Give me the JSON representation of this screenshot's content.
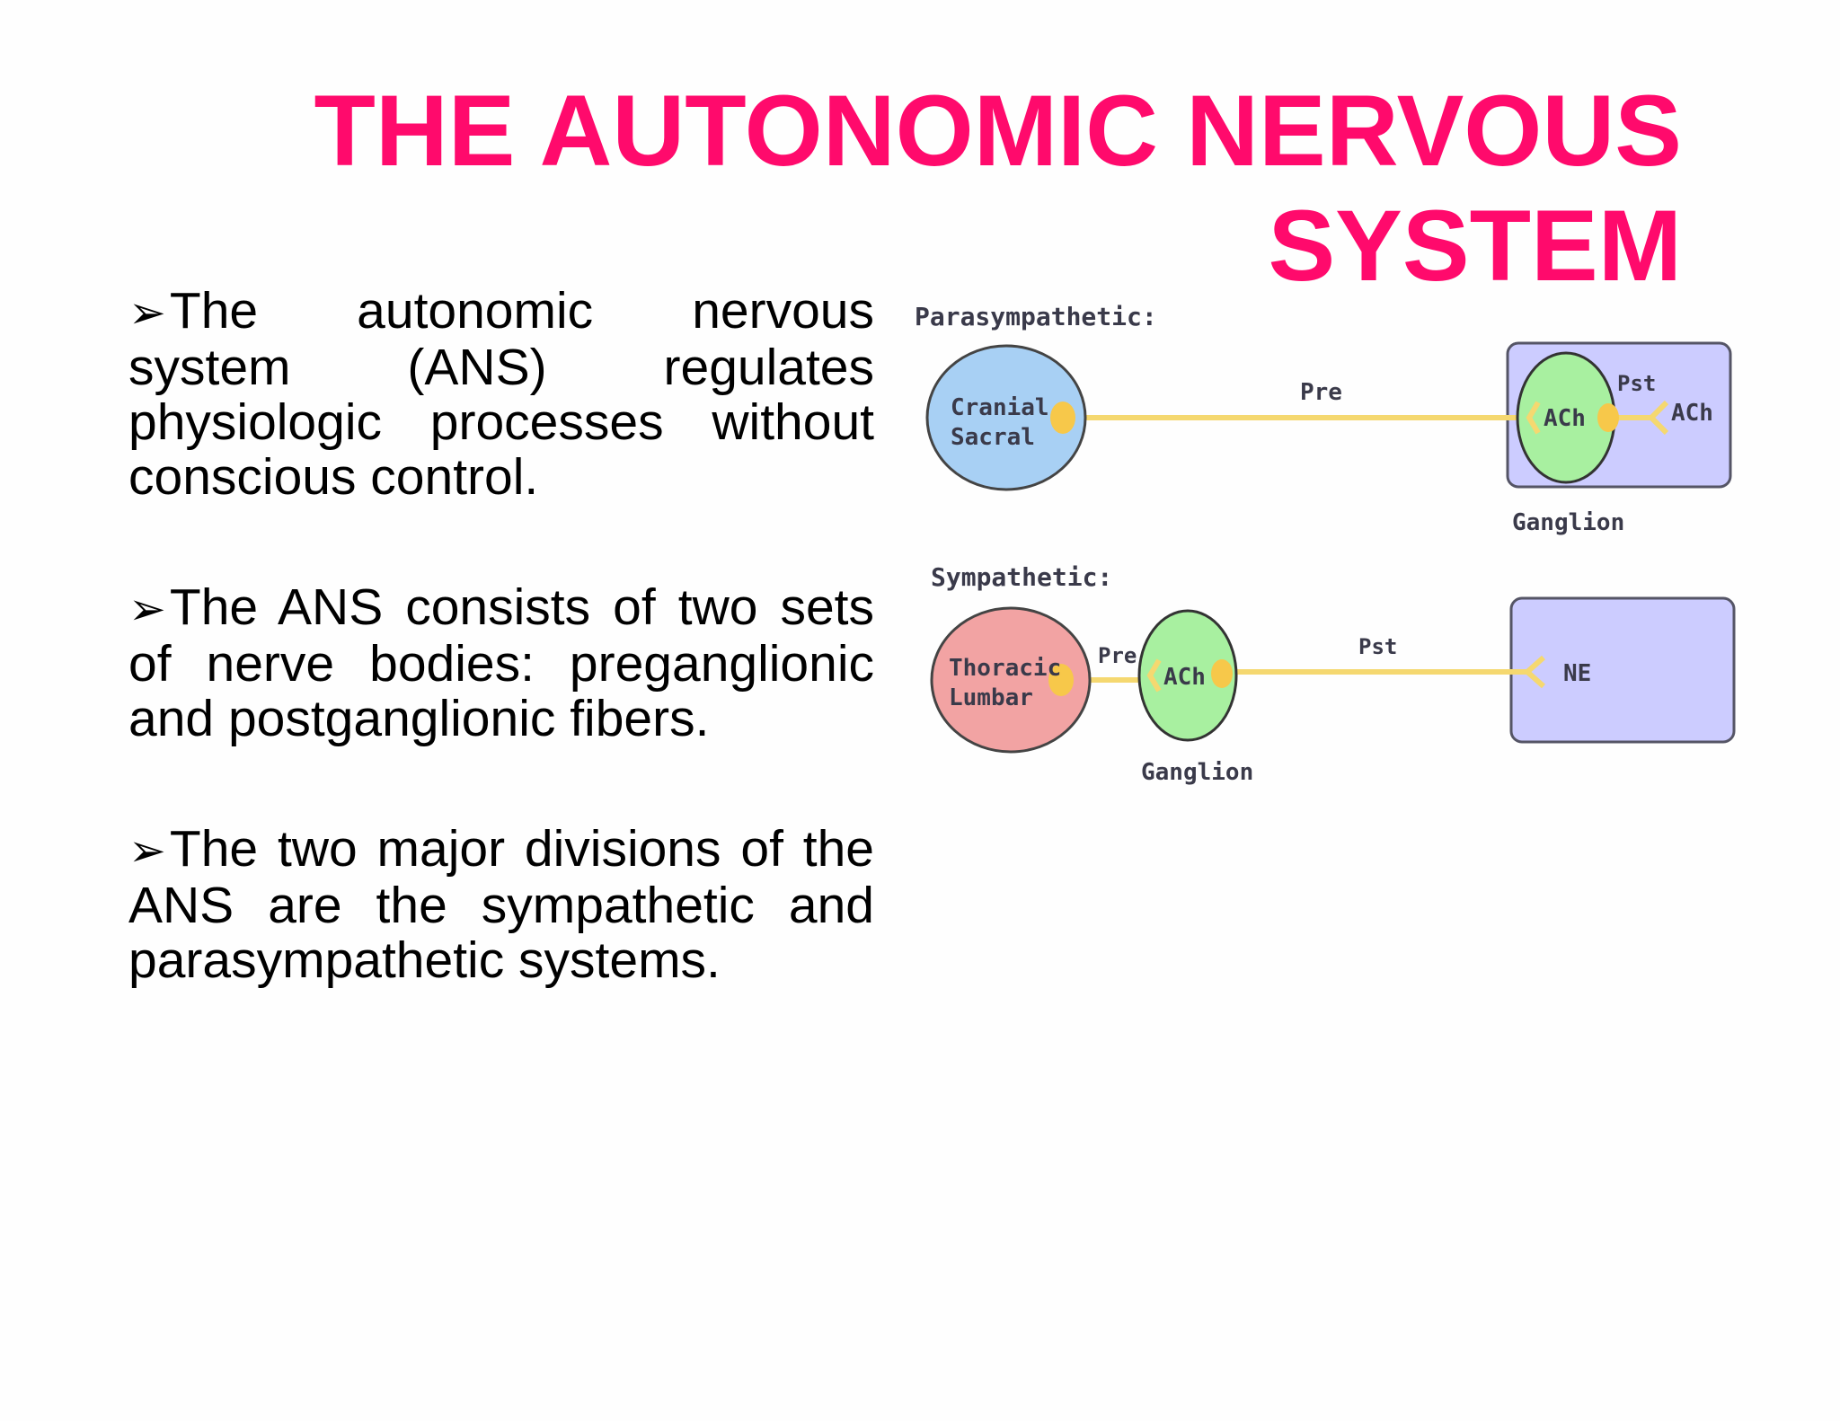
{
  "title": "THE AUTONOMIC NERVOUS SYSTEM",
  "bullet_marker": "➢",
  "bullets": [
    "The autonomic nervous system (ANS) regulates physiologic processes without conscious control.",
    "The ANS consists of two sets of nerve bodies: preganglionic and postganglionic fibers.",
    "The two major divisions of the ANS are the sympathetic and parasympathetic systems."
  ],
  "diagram": {
    "parasympathetic": {
      "heading": "Parasympathetic:",
      "origin_line1": "Cranial",
      "origin_line2": "Sacral",
      "pre_label": "Pre",
      "ganglion_transmitter": "ACh",
      "post_label": "Pst",
      "target_transmitter": "ACh",
      "ganglion_label": "Ganglion"
    },
    "sympathetic": {
      "heading": "Sympathetic:",
      "origin_line1": "Thoracic",
      "origin_line2": "Lumbar",
      "pre_label": "Pre",
      "ganglion_transmitter": "ACh",
      "post_label": "Pst",
      "target_transmitter": "NE",
      "ganglion_label": "Ganglion"
    },
    "colors": {
      "cranial_sacral": "#a8d0f4",
      "thoracic_lumbar": "#f2a3a3",
      "ganglion": "#a8f0a0",
      "target_box": "#ccccff",
      "fiber": "#f5d870",
      "synapse": "#f7c84a"
    }
  }
}
